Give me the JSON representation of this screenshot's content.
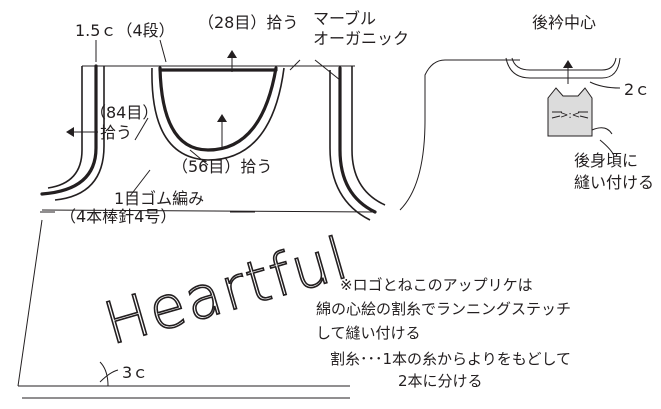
{
  "diagram": {
    "title_partial": "ーブルのえり・袖ぐり",
    "labels": {
      "edge_width": "1.5ｃ（4段）",
      "neck_pickup": "（28目）拾う",
      "yarn_name": "マーブル\nオーガニック",
      "armhole_count": "（84目）",
      "armhole_pick": "拾う",
      "front_neck_pickup": "（56目）拾う",
      "rib_stitch": "1目ゴム編み",
      "needles": "（4本棒針4号）",
      "back_collar_center": "後衿中心",
      "measure_2c": "2ｃ",
      "attach_back_1": "後身頃に",
      "attach_back_2": "縫い付ける",
      "note_1": "※ロゴとねこのアップリケは",
      "note_2": "綿の心絵の割糸でランニングステッチ",
      "note_3": "して縫い付ける",
      "note_4": "割糸･･･1本の糸からよりをもどして",
      "note_5": "2本に分ける",
      "measure_3c": "3ｃ",
      "logo_text": "Heartful"
    },
    "icons": [
      "cat-applique-icon",
      "arrow-icon"
    ]
  }
}
